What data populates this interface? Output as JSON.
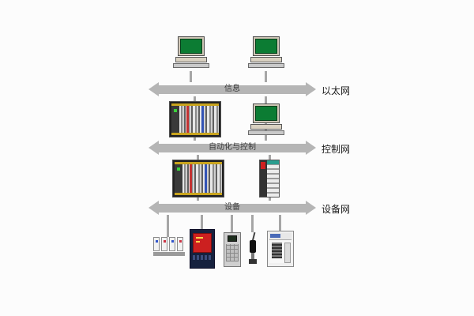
{
  "diagram": {
    "buses": [
      {
        "name": "ethernet-bus",
        "arrow_label": "信息",
        "right_label": "以太网"
      },
      {
        "name": "control-network-bus",
        "arrow_label": "自动化与控制",
        "right_label": "控制网"
      },
      {
        "name": "device-network-bus",
        "arrow_label": "设备",
        "right_label": "设备网"
      }
    ],
    "icons": [
      "workstation-icon",
      "workstation-icon",
      "plc-rack-icon",
      "operator-station-icon",
      "plc-rack-icon",
      "controller-module-icon",
      "io-terminal-blocks-icon",
      "hmi-panel-icon",
      "handheld-keypad-icon",
      "connector-plug-icon",
      "drive-unit-icon"
    ],
    "colors": {
      "bus_gray": "#b5b5b5",
      "screen_green": "#0c7c33",
      "hmi_red": "#cc2020",
      "rack_frame_yellow": "#c9a41d"
    }
  }
}
